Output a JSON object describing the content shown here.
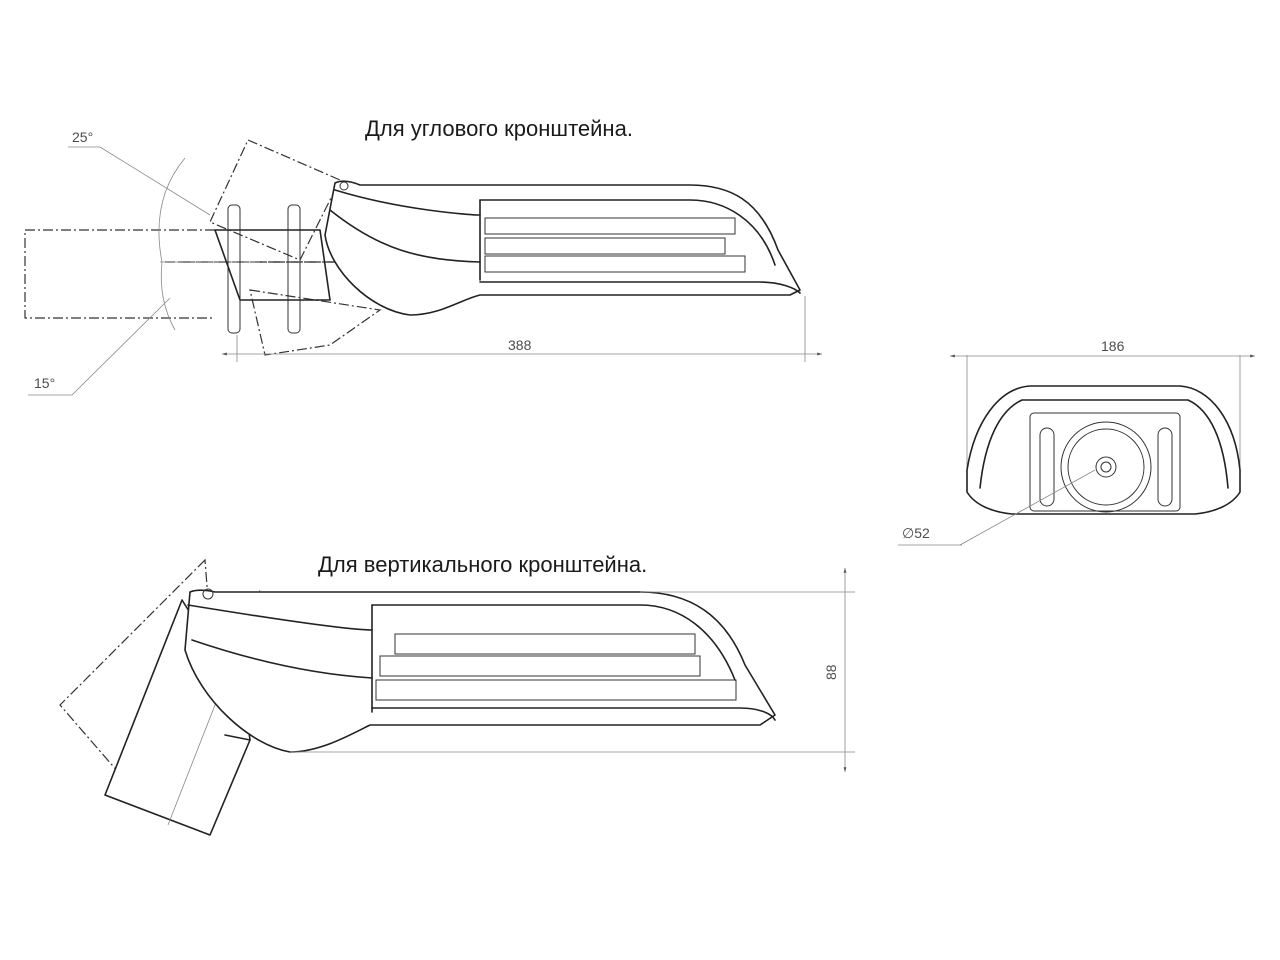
{
  "titles": {
    "angle_bracket": "Для углового кронштейна.",
    "vertical_bracket": "Для вертикального кронштейна."
  },
  "dimensions": {
    "angle_up": "25°",
    "angle_down": "15°",
    "length": "388",
    "width": "186",
    "height": "88",
    "diameter": "∅52"
  }
}
